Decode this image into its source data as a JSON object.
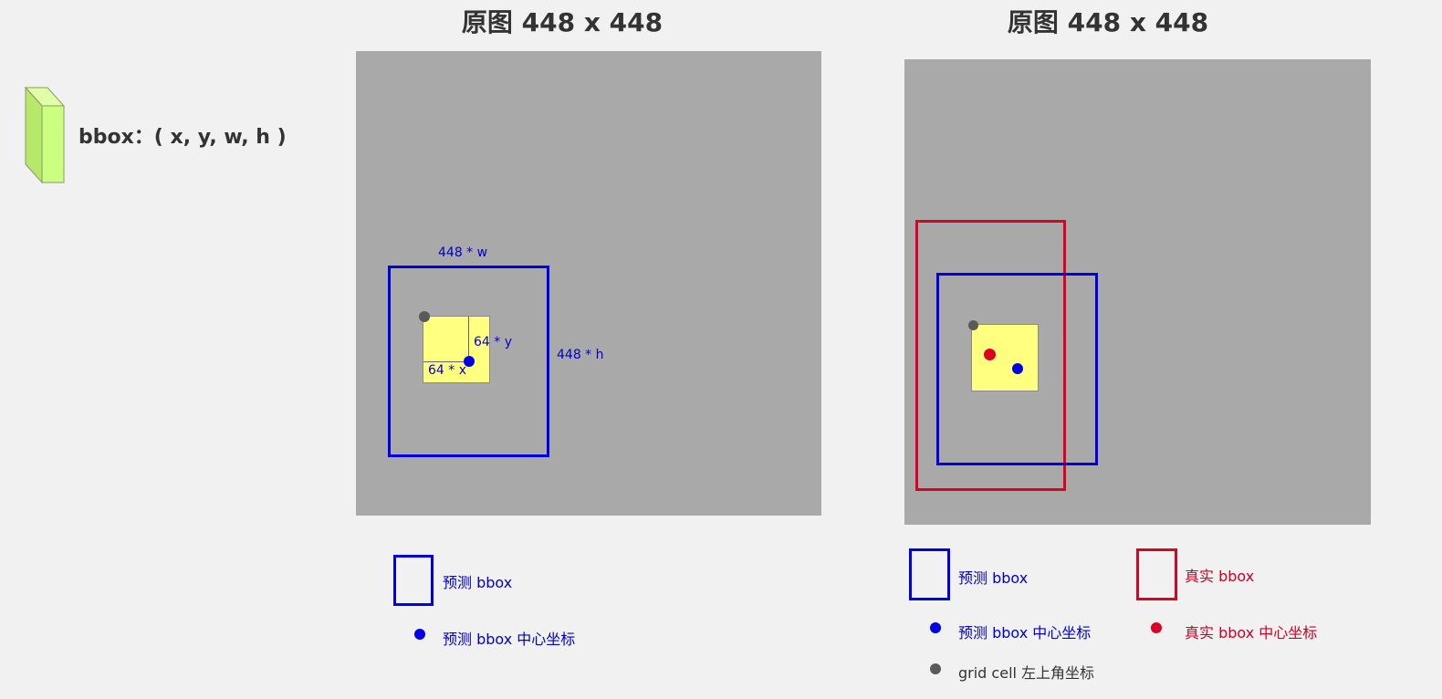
{
  "formula": {
    "text": "bbox：( x, y, w, h )"
  },
  "left_panel": {
    "title": "原图 448 x 448",
    "label_w": "448 * w",
    "label_h": "448 * h",
    "label_y": "64 * y",
    "label_x": "64 * x"
  },
  "right_panel": {
    "title": "原图 448 x 448"
  },
  "legend_left": {
    "pred_bbox": "预测 bbox",
    "pred_center": "预测 bbox 中心坐标"
  },
  "legend_right": {
    "pred_bbox": "预测 bbox",
    "true_bbox": "真实 bbox",
    "pred_center": "预测 bbox 中心坐标",
    "true_center": "真实 bbox 中心坐标",
    "grid_corner": "grid cell 左上角坐标"
  },
  "colors": {
    "predicted": "#0000e6",
    "ground_truth": "#dd0022",
    "grid_cell": "#ffff80",
    "image_area": "#a9a9a9",
    "grid_corner": "#5a5a5a",
    "tensor_icon": "#ccff80"
  }
}
